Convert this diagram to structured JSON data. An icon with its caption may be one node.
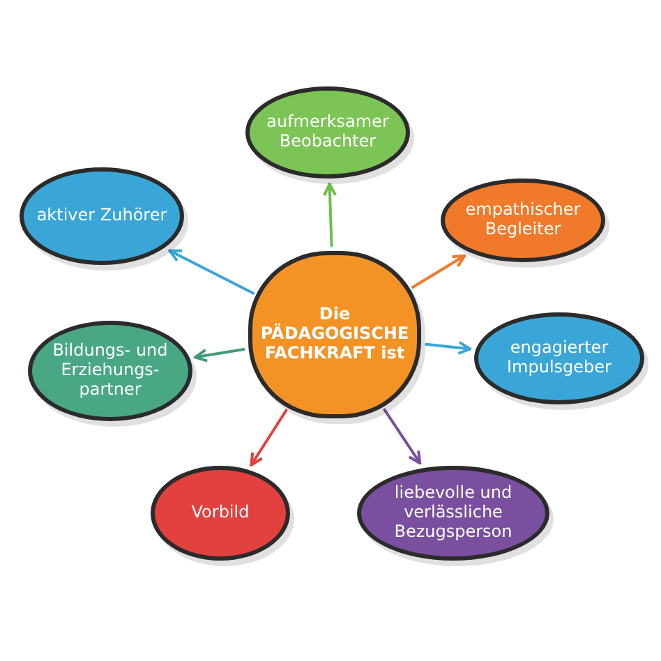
{
  "diagram": {
    "nodes": [
      {
        "text": [
          "Die PÄDAGOGISCHE FACHKRAFT ist"
        ]
      },
      {
        "text": [
          "aufmerksamer Beobachter"
        ]
      },
      {
        "text": [
          "empathischer Begleiter"
        ]
      },
      {
        "text": [
          "engagierter Impulsgeber"
        ]
      },
      {
        "text": [
          "liebevolle und verlässliche Bezugsperson"
        ]
      },
      {
        "text": [
          "Vorbild"
        ]
      },
      {
        "text": [
          "Bildungs- und Erziehungs- partner"
        ]
      },
      {
        "text": [
          "aktiver Zuhörer"
        ]
      }
    ],
    "edges": [
      {
        "from": 0,
        "to": 1,
        "arrow": "to",
        "color": "#6cbf4a"
      },
      {
        "from": 0,
        "to": 2,
        "arrow": "to",
        "color": "#f07a2a"
      },
      {
        "from": 0,
        "to": 3,
        "arrow": "to",
        "color": "#3aa6d8"
      },
      {
        "from": 0,
        "to": 4,
        "arrow": "to",
        "color": "#7a4fa0"
      },
      {
        "from": 0,
        "to": 5,
        "arrow": "to",
        "color": "#e2413e"
      },
      {
        "from": 0,
        "to": 6,
        "arrow": "to",
        "color": "#3f9c78"
      },
      {
        "from": 0,
        "to": 7,
        "arrow": "to",
        "color": "#3aa6d8"
      }
    ]
  }
}
